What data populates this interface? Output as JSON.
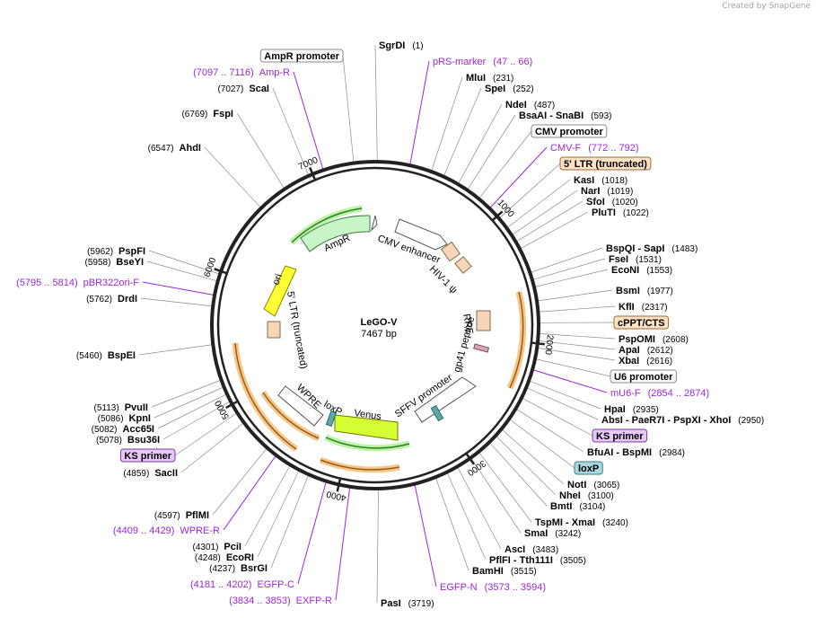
{
  "credit": "Created by SnapGene",
  "plasmid": {
    "name": "LeGO-V",
    "size": "7467 bp",
    "length": 7467
  },
  "ticks": [
    "1000",
    "2000",
    "3000",
    "4000",
    "5000",
    "6000",
    "7000"
  ],
  "features": [
    {
      "name": "AmpR",
      "color": "#c8f5c8",
      "stroke": "#3b7a3b"
    },
    {
      "name": "ori",
      "color": "#ffff33",
      "stroke": "#8a8a00"
    },
    {
      "name": "CMV enhancer",
      "color": "#ffffff",
      "stroke": "#555555"
    },
    {
      "name": "HIV-1 ψ",
      "color": "#f6d5b8",
      "stroke": "#8a6a4a"
    },
    {
      "name": "RRE",
      "color": "#f6d5b8",
      "stroke": "#8a6a4a"
    },
    {
      "name": "gp41 peptide",
      "color": "#d8a8b8",
      "stroke": "#7a4a5a"
    },
    {
      "name": "SFFV promoter",
      "color": "#ffffff",
      "stroke": "#555555"
    },
    {
      "name": "Venus",
      "color": "#d6ff33",
      "stroke": "#6a7a00"
    },
    {
      "name": "loxP",
      "color": "#5aa8a8",
      "stroke": "#2a6a6a"
    },
    {
      "name": "WPRE",
      "color": "#ffffff",
      "stroke": "#555555"
    },
    {
      "name": "5' LTR (truncated)",
      "color": "#f6d5b8",
      "stroke": "#8a6a4a"
    }
  ],
  "labels_right": [
    {
      "name": "SgrDI",
      "pos": "(1)",
      "type": "enzyme"
    },
    {
      "name": "pRS-marker",
      "pos": "(47 .. 66)",
      "type": "primer"
    },
    {
      "name": "MluI",
      "pos": "(231)",
      "type": "enzyme"
    },
    {
      "name": "SpeI",
      "pos": "(252)",
      "type": "enzyme"
    },
    {
      "name": "NdeI",
      "pos": "(487)",
      "type": "enzyme"
    },
    {
      "name": "BsaAI - SnaBI",
      "pos": "(593)",
      "type": "enzyme"
    },
    {
      "name": "CMV promoter",
      "pos": "",
      "type": "boxed"
    },
    {
      "name": "CMV-F",
      "pos": "(772 .. 792)",
      "type": "primer"
    },
    {
      "name": "5' LTR (truncated)",
      "pos": "",
      "type": "boxed-orange"
    },
    {
      "name": "KasI",
      "pos": "(1018)",
      "type": "enzyme"
    },
    {
      "name": "NarI",
      "pos": "(1019)",
      "type": "enzyme"
    },
    {
      "name": "SfoI",
      "pos": "(1020)",
      "type": "enzyme"
    },
    {
      "name": "PluTI",
      "pos": "(1022)",
      "type": "enzyme"
    },
    {
      "name": "BspQI - SapI",
      "pos": "(1483)",
      "type": "enzyme"
    },
    {
      "name": "FseI",
      "pos": "(1531)",
      "type": "enzyme"
    },
    {
      "name": "EcoNI",
      "pos": "(1553)",
      "type": "enzyme"
    },
    {
      "name": "BsmI",
      "pos": "(1977)",
      "type": "enzyme"
    },
    {
      "name": "KflI",
      "pos": "(2317)",
      "type": "enzyme"
    },
    {
      "name": "cPPT/CTS",
      "pos": "",
      "type": "boxed-orange"
    },
    {
      "name": "PspOMI",
      "pos": "(2608)",
      "type": "enzyme"
    },
    {
      "name": "ApaI",
      "pos": "(2612)",
      "type": "enzyme"
    },
    {
      "name": "XbaI",
      "pos": "(2616)",
      "type": "enzyme"
    },
    {
      "name": "U6 promoter",
      "pos": "",
      "type": "boxed"
    },
    {
      "name": "mU6-F",
      "pos": "(2854 .. 2874)",
      "type": "primer"
    },
    {
      "name": "HpaI",
      "pos": "(2935)",
      "type": "enzyme"
    },
    {
      "name": "AbsI - PaeR7I - PspXI - XhoI",
      "pos": "(2950)",
      "type": "enzyme"
    },
    {
      "name": "KS primer",
      "pos": "",
      "type": "boxed-purple"
    },
    {
      "name": "BfuAI - BspMI",
      "pos": "(2984)",
      "type": "enzyme"
    },
    {
      "name": "loxP",
      "pos": "",
      "type": "boxed-teal"
    },
    {
      "name": "NotI",
      "pos": "(3065)",
      "type": "enzyme"
    },
    {
      "name": "NheI",
      "pos": "(3100)",
      "type": "enzyme"
    },
    {
      "name": "BmtI",
      "pos": "(3104)",
      "type": "enzyme"
    },
    {
      "name": "TspMI - XmaI",
      "pos": "(3240)",
      "type": "enzyme"
    },
    {
      "name": "SmaI",
      "pos": "(3242)",
      "type": "enzyme"
    },
    {
      "name": "AscI",
      "pos": "(3483)",
      "type": "enzyme"
    },
    {
      "name": "PflFI - Tth111I",
      "pos": "(3505)",
      "type": "enzyme"
    },
    {
      "name": "BamHI",
      "pos": "(3515)",
      "type": "enzyme"
    },
    {
      "name": "EGFP-N",
      "pos": "(3573 .. 3594)",
      "type": "primer"
    },
    {
      "name": "PasI",
      "pos": "(3719)",
      "type": "enzyme"
    }
  ],
  "labels_left": [
    {
      "name": "AmpR promoter",
      "pos": "",
      "type": "boxed"
    },
    {
      "name": "Amp-R",
      "pos": "(7097 .. 7116)",
      "type": "primer"
    },
    {
      "name": "ScaI",
      "pos": "(7027)",
      "type": "enzyme"
    },
    {
      "name": "FspI",
      "pos": "(6769)",
      "type": "enzyme"
    },
    {
      "name": "AhdI",
      "pos": "(6547)",
      "type": "enzyme"
    },
    {
      "name": "PspFI",
      "pos": "(5962)",
      "type": "enzyme"
    },
    {
      "name": "BseYI",
      "pos": "(5958)",
      "type": "enzyme"
    },
    {
      "name": "pBR322ori-F",
      "pos": "(5795 .. 5814)",
      "type": "primer"
    },
    {
      "name": "DrdI",
      "pos": "(5762)",
      "type": "enzyme"
    },
    {
      "name": "BspEI",
      "pos": "(5460)",
      "type": "enzyme"
    },
    {
      "name": "PvuII",
      "pos": "(5113)",
      "type": "enzyme"
    },
    {
      "name": "KpnI",
      "pos": "(5086)",
      "type": "enzyme"
    },
    {
      "name": "Acc65I",
      "pos": "(5082)",
      "type": "enzyme"
    },
    {
      "name": "Bsu36I",
      "pos": "(5078)",
      "type": "enzyme"
    },
    {
      "name": "KS primer",
      "pos": "",
      "type": "boxed-purple"
    },
    {
      "name": "SacII",
      "pos": "(4859)",
      "type": "enzyme"
    },
    {
      "name": "PflMI",
      "pos": "(4597)",
      "type": "enzyme"
    },
    {
      "name": "WPRE-R",
      "pos": "(4409 .. 4429)",
      "type": "primer"
    },
    {
      "name": "PciI",
      "pos": "(4301)",
      "type": "enzyme"
    },
    {
      "name": "EcoRI",
      "pos": "(4248)",
      "type": "enzyme"
    },
    {
      "name": "BsrGI",
      "pos": "(4237)",
      "type": "enzyme"
    },
    {
      "name": "EGFP-C",
      "pos": "(4181 .. 4202)",
      "type": "primer"
    },
    {
      "name": "EXFP-R",
      "pos": "(3834 .. 3853)",
      "type": "primer"
    }
  ]
}
